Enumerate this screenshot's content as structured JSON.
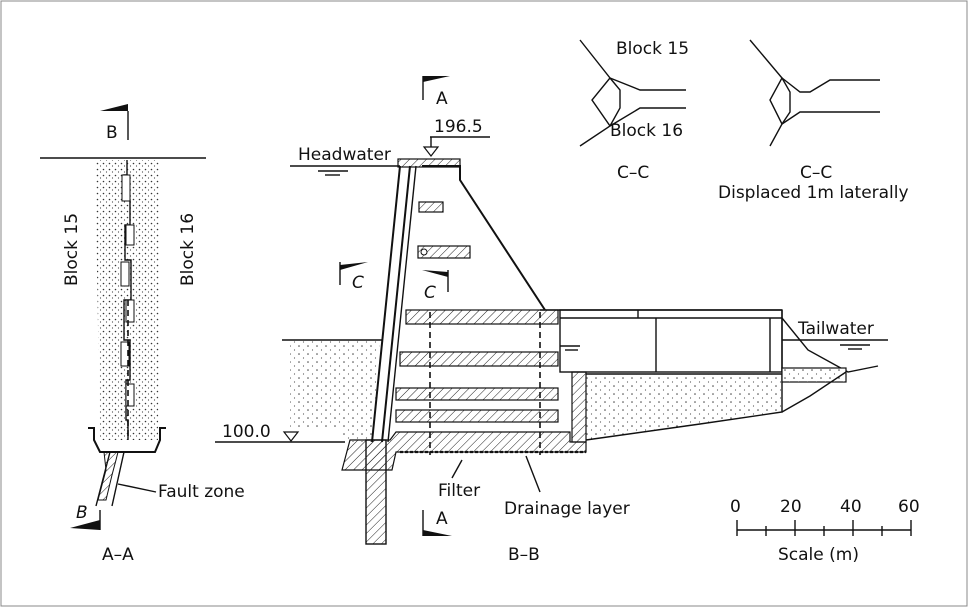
{
  "labels": {
    "section_b": "B",
    "section_a": "A",
    "section_c": "C",
    "block15": "Block 15",
    "block16": "Block 16",
    "fault_zone": "Fault zone",
    "aa_caption": "A–A",
    "bb_caption": "B–B",
    "headwater": "Headwater",
    "tailwater": "Tailwater",
    "elev_top": "196.5",
    "elev_bottom": "100.0",
    "filter": "Filter",
    "drainage": "Drainage layer",
    "cc_caption": "C–C",
    "cc_caption2": "C–C",
    "cc_displaced": "Displaced  1m  laterally",
    "scale_title": "Scale (m)",
    "scale_ticks": [
      "0",
      "20",
      "40",
      "60"
    ]
  }
}
